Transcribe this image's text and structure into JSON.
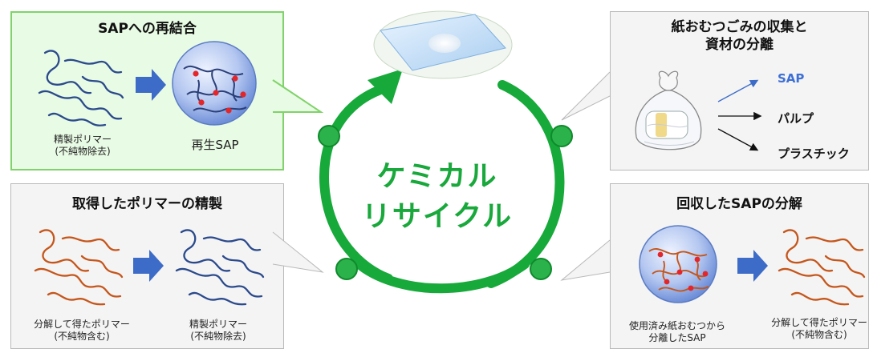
{
  "center": {
    "line1": "ケミカル",
    "line2": "リサイクル"
  },
  "panels": {
    "rebind": {
      "title": "SAPへの再結合",
      "left_caption": [
        "精製ポリマー",
        "(不純物除去)"
      ],
      "right_caption": "再生SAP"
    },
    "purify": {
      "title": "取得したポリマーの精製",
      "left_caption": [
        "分解して得たポリマー",
        "(不純物含む)"
      ],
      "right_caption": [
        "精製ポリマー",
        "(不純物除去)"
      ]
    },
    "collect": {
      "title": [
        "紙おむつごみの収集と",
        "資材の分離"
      ],
      "outputs": [
        "SAP",
        "パルプ",
        "プラスチック"
      ]
    },
    "decompose": {
      "title": "回収したSAPの分解",
      "left_caption": [
        "使用済み紙おむつから",
        "分離したSAP"
      ],
      "right_caption": [
        "分解して得たポリマー",
        "(不純物含む)"
      ]
    }
  },
  "colors": {
    "panel_green_bg": "#e8fbe4",
    "panel_green_border": "#80d36a",
    "cycle_green": "#17a93a",
    "node_green": "#2cb24a",
    "polymer_blue": "#2b4a8c",
    "polymer_orange": "#c5561b",
    "sap_blue_text": "#3d6fd6",
    "arrow_blue": "#3d6cc8",
    "crosslink_red": "#e3262a"
  }
}
